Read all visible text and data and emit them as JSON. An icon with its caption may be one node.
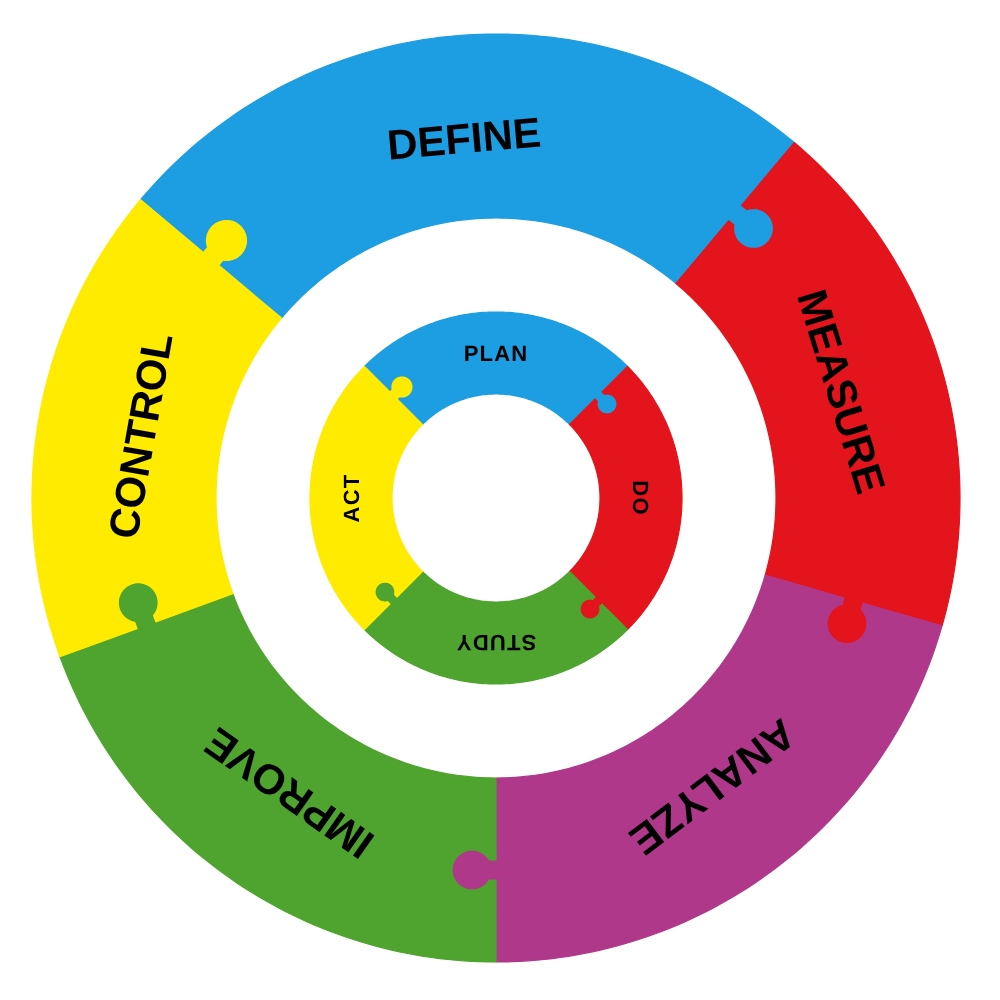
{
  "diagram": {
    "nodes": [
      {
        "text": [
          "DEFINE"
        ]
      },
      {
        "text": [
          "MEASURE"
        ]
      },
      {
        "text": [
          "ANALYZE"
        ]
      },
      {
        "text": [
          "IMPROVE"
        ]
      },
      {
        "text": [
          "CONTROL"
        ]
      },
      {
        "text": [
          "PLAN"
        ]
      },
      {
        "text": [
          "DO"
        ]
      },
      {
        "text": [
          "STUDY"
        ]
      },
      {
        "text": [
          "ACT"
        ]
      }
    ]
  }
}
